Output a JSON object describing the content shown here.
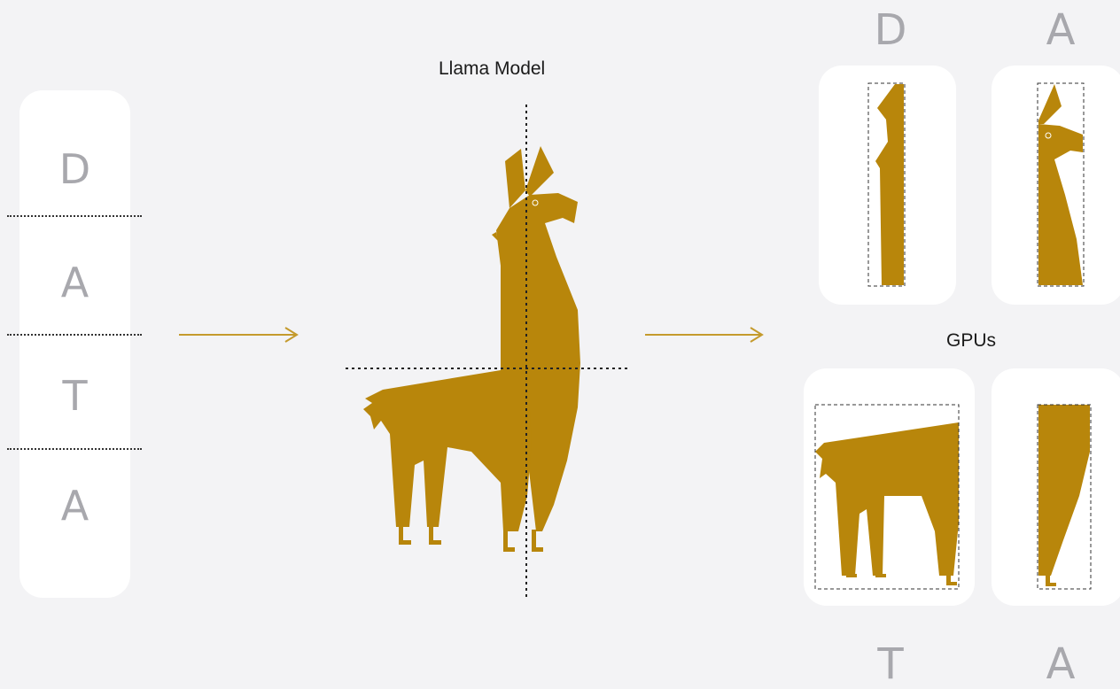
{
  "data_column": {
    "letters": [
      "D",
      "A",
      "T",
      "A"
    ]
  },
  "model": {
    "title": "Llama Model"
  },
  "gpus": {
    "label": "GPUs",
    "cards": [
      {
        "letter": "D"
      },
      {
        "letter": "A"
      },
      {
        "letter": "T"
      },
      {
        "letter": "A"
      }
    ]
  },
  "colors": {
    "llama": "#b8860b",
    "arrow": "#c49a2c",
    "background": "#f3f3f5",
    "card": "#ffffff",
    "letter": "#a8a8ad"
  }
}
